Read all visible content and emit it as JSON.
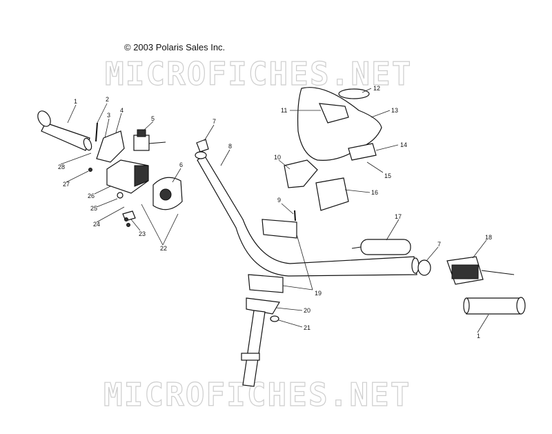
{
  "diagram": {
    "copyright": "© 2003 Polaris Sales Inc.",
    "watermark": "MICROFICHES.NET",
    "callouts": {
      "c1a": "1",
      "c2": "2",
      "c3": "3",
      "c4": "4",
      "c5": "5",
      "c6": "6",
      "c7a": "7",
      "c8": "8",
      "c9": "9",
      "c10": "10",
      "c11": "11",
      "c12": "12",
      "c13": "13",
      "c14": "14",
      "c15": "15",
      "c16": "16",
      "c17": "17",
      "c7b": "7",
      "c18": "18",
      "c19": "19",
      "c20": "20",
      "c21": "21",
      "c1b": "1",
      "c22": "22",
      "c23": "23",
      "c24": "24",
      "c25": "25",
      "c26": "26",
      "c27": "27",
      "c28": "28"
    }
  }
}
